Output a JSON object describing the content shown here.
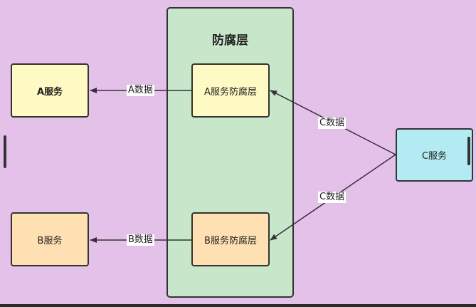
{
  "diagram": {
    "layer_title": "防腐层",
    "nodes": {
      "a_service": "A服务",
      "b_service": "B服务",
      "c_service": "C服务",
      "a_acl": "A服务防腐层",
      "b_acl": "B服务防腐层"
    },
    "edges": {
      "a_data": "A数据",
      "b_data": "B数据",
      "c_data_top": "C数据",
      "c_data_bottom": "C数据"
    }
  },
  "colors": {
    "background": "#e4c1e9",
    "layer_fill": "#c8e6c9",
    "a_fill": "#fff9c4",
    "b_fill": "#ffe0b2",
    "c_fill": "#b2ebf2"
  }
}
